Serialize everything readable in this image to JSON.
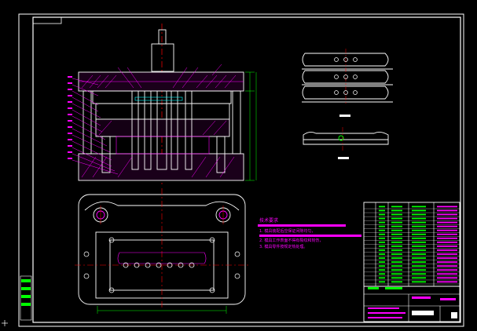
{
  "drawing": {
    "colors": {
      "background": "#000000",
      "frame": "#ffffff",
      "part_line": "#ffffff",
      "hatch": "#ff00ff",
      "callout": "#ff00ff",
      "center_line": "#ff0000",
      "hidden_detail": "#00ffff",
      "dimension": "#00ff00",
      "title_text": "#00ff00"
    },
    "views": {
      "front_section": "assembly-front-section",
      "top_view": "lower-die-top-view",
      "part_detail_top": "stamped-part-multi-view",
      "part_detail_bottom": "stamped-part-side-view"
    },
    "notes": {
      "heading": "技术要求",
      "items": [
        "1. 模具装配后应保证间隙均匀，",
        "2. 模具工作表面不得有裂纹和刻伤，",
        "3. 模具零件按规定热处理。"
      ]
    },
    "callout_count": 18,
    "bom_rows": 20
  }
}
